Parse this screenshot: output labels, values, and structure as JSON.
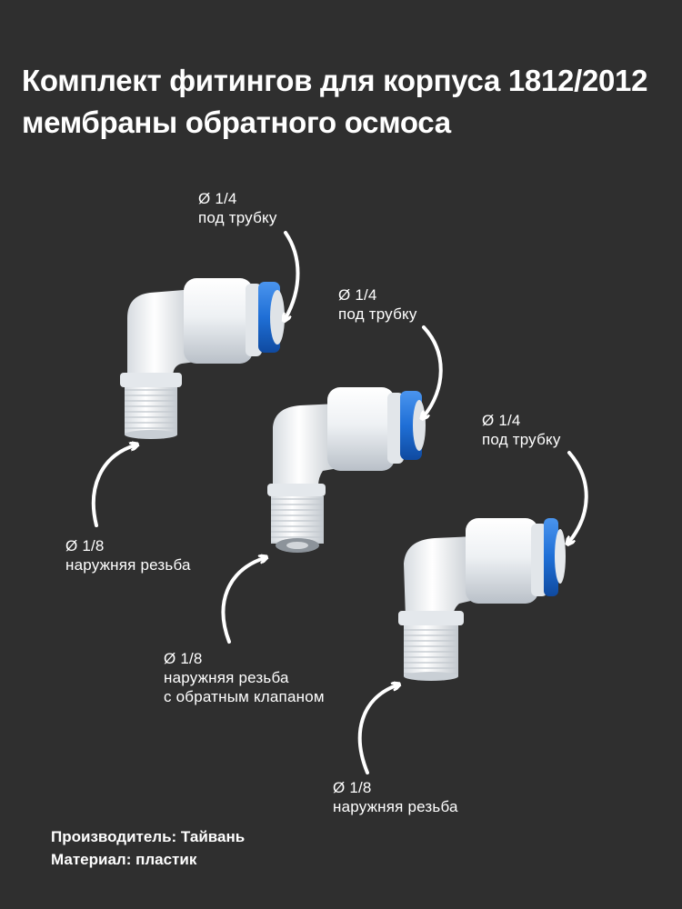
{
  "title": {
    "line1": "Комплект фитингов для корпуса 1812/2012",
    "line2": "мембраны обратного осмоса"
  },
  "fittings": [
    {
      "tube_label": {
        "size": "Ø 1/4",
        "desc": "под трубку"
      },
      "thread_label": {
        "size": "Ø 1/8",
        "desc": "наружняя резьба"
      }
    },
    {
      "tube_label": {
        "size": "Ø 1/4",
        "desc": "под трубку"
      },
      "thread_label": {
        "size": "Ø 1/8",
        "desc": "наружняя резьба",
        "note": "с обратным клапаном"
      }
    },
    {
      "tube_label": {
        "size": "Ø 1/4",
        "desc": "под трубку"
      },
      "thread_label": {
        "size": "Ø 1/8",
        "desc": "наружняя резьба"
      }
    }
  ],
  "footer": {
    "manufacturer": "Производитель: Тайвань",
    "material": "Материал: пластик"
  },
  "colors": {
    "background": "#2f2f2f",
    "text": "#ffffff",
    "fitting_body": "#e9ecef",
    "collet_blue": "#1f6fd6"
  }
}
